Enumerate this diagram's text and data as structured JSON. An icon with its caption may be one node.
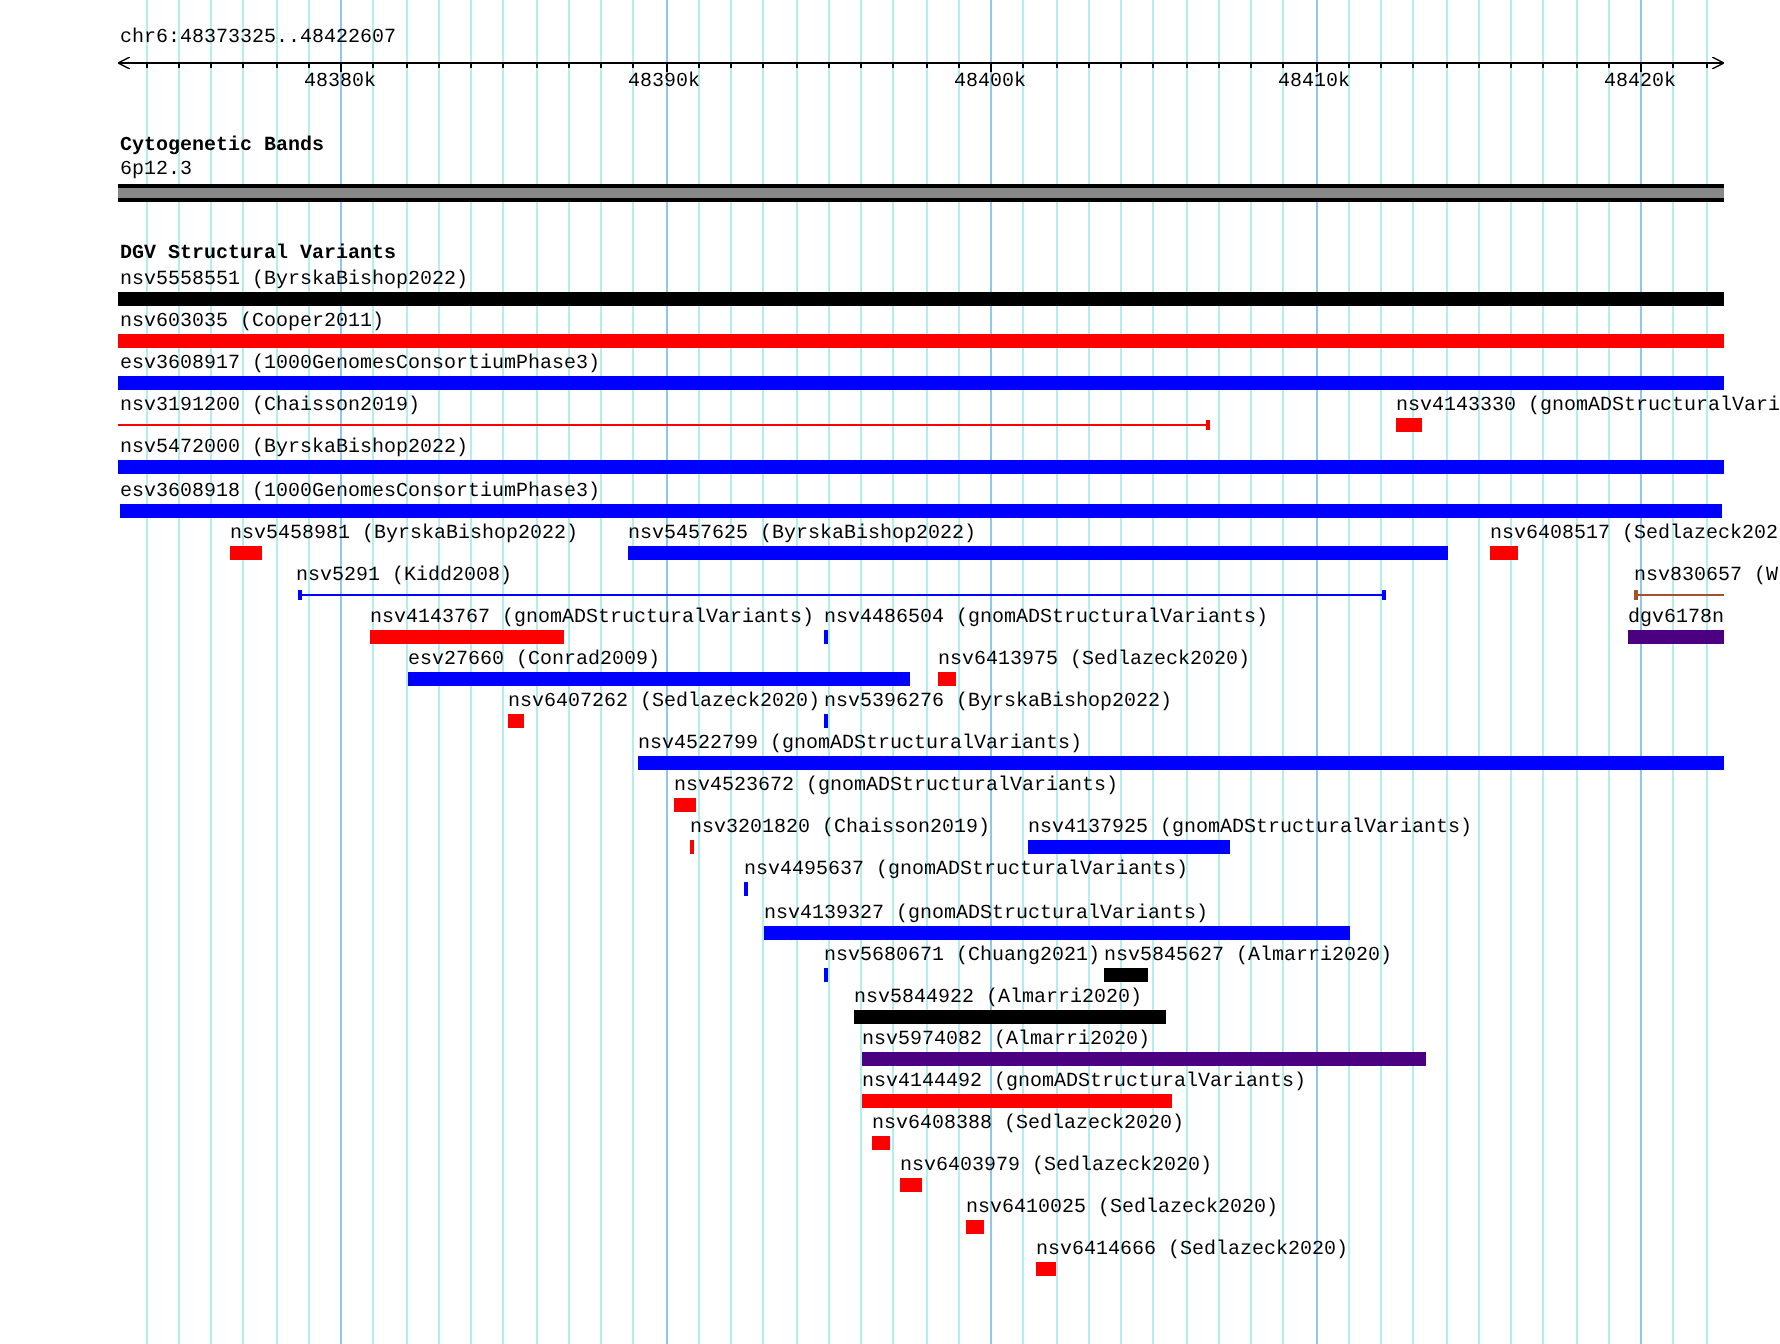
{
  "diagram": {
    "nodes": [
      {
        "text": [
          "6p12.3"
        ]
      },
      {
        "text": [
          "nsv5558551 (ByrskaBishop2022)"
        ]
      },
      {
        "text": [
          "nsv603035 (Cooper2011)"
        ]
      },
      {
        "text": [
          "esv3608917 (1000GenomesConsortiumPhase3)"
        ]
      },
      {
        "text": [
          "nsv3191200 (Chaisson2019)"
        ]
      },
      {
        "text": [
          "nsv4143330 (gnomADStructuralVari"
        ]
      },
      {
        "text": [
          "nsv5472000 (ByrskaBishop2022)"
        ]
      },
      {
        "text": [
          "esv3608918 (1000GenomesConsortiumPhase3)"
        ]
      },
      {
        "text": [
          "nsv5458981 (ByrskaBishop2022)"
        ]
      },
      {
        "text": [
          "nsv5457625 (ByrskaBishop2022)"
        ]
      },
      {
        "text": [
          "nsv6408517 (Sedlazeck202"
        ]
      },
      {
        "text": [
          "nsv5291 (Kidd2008)"
        ]
      },
      {
        "text": [
          "nsv830657 (W"
        ]
      },
      {
        "text": [
          "nsv4143767 (gnomADStructuralVariants)"
        ]
      },
      {
        "text": [
          "nsv4486504 (gnomADStructuralVariants)"
        ]
      },
      {
        "text": [
          "dgv6178n"
        ]
      },
      {
        "text": [
          "esv27660 (Conrad2009)"
        ]
      },
      {
        "text": [
          "nsv6413975 (Sedlazeck2020)"
        ]
      },
      {
        "text": [
          "nsv6407262 (Sedlazeck2020)"
        ]
      },
      {
        "text": [
          "nsv5396276 (ByrskaBishop2022)"
        ]
      },
      {
        "text": [
          "nsv4522799 (gnomADStructuralVariants)"
        ]
      },
      {
        "text": [
          "nsv4523672 (gnomADStructuralVariants)"
        ]
      },
      {
        "text": [
          "nsv3201820 (Chaisson2019)"
        ]
      },
      {
        "text": [
          "nsv4137925 (gnomADStructuralVariants)"
        ]
      },
      {
        "text": [
          "nsv4495637 (gnomADStructuralVariants)"
        ]
      },
      {
        "text": [
          "nsv4139327 (gnomADStructuralVariants)"
        ]
      },
      {
        "text": [
          "nsv5680671 (Chuang2021)"
        ]
      },
      {
        "text": [
          "nsv5845627 (Almarri2020)"
        ]
      },
      {
        "text": [
          "nsv5844922 (Almarri2020)"
        ]
      },
      {
        "text": [
          "nsv5974082 (Almarri2020)"
        ]
      },
      {
        "text": [
          "nsv4144492 (gnomADStructuralVariants)"
        ]
      },
      {
        "text": [
          "nsv6408388 (Sedlazeck2020)"
        ]
      },
      {
        "text": [
          "nsv6403979 (Sedlazeck2020)"
        ]
      },
      {
        "text": [
          "nsv6410025 (Sedlazeck2020)"
        ]
      },
      {
        "text": [
          "nsv6414666 (Sedlazeck2020)"
        ]
      }
    ],
    "labels": [
      "chr6:48373325..48422607",
      "48380k",
      "48390k",
      "48400k",
      "48410k",
      "48420k",
      "Cytogenetic Bands",
      "DGV Structural Variants"
    ]
  }
}
